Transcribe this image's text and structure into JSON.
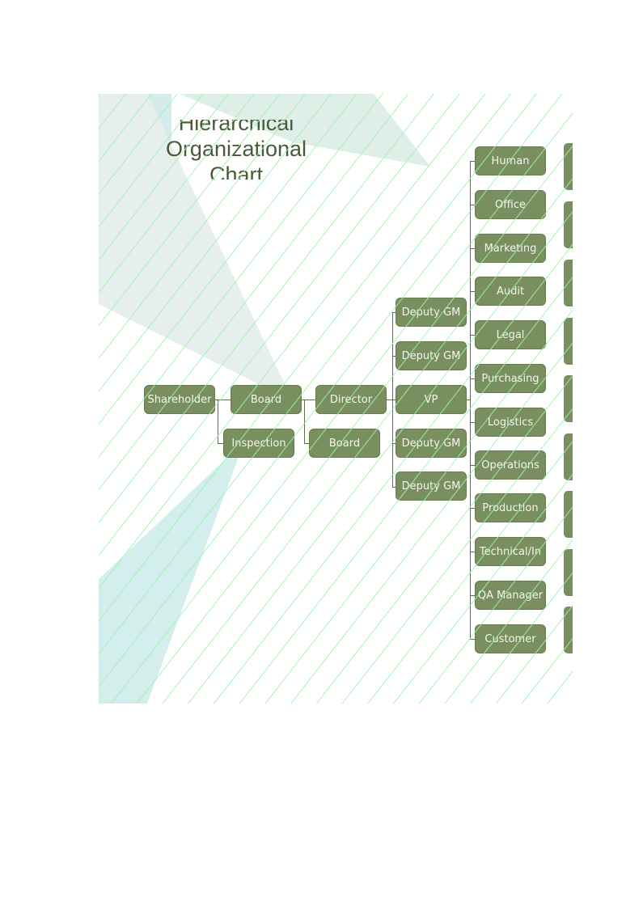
{
  "title": {
    "line1": "Hierarchical",
    "line2": "Organizational",
    "line3": "Chart"
  },
  "colors": {
    "box": "#7a8f60",
    "text": "#f4f6ee",
    "lines": "#5e7048",
    "hatch": "#9af5a8"
  },
  "level1": {
    "shareholder": "Shareholder",
    "inspection": "Inspection"
  },
  "level2": {
    "board": "Board"
  },
  "level3": {
    "director": "Director",
    "board": "Board"
  },
  "level4": [
    "Deputy GM",
    "Deputy GM",
    "VP",
    "Deputy GM",
    "Deputy GM"
  ],
  "departments": [
    "Human",
    "Office",
    "Marketing",
    "Audit",
    "Legal",
    "Purchasing",
    "Logistics",
    "Operations",
    "Production",
    "Technical/In",
    "QA Manager",
    "Customer"
  ]
}
